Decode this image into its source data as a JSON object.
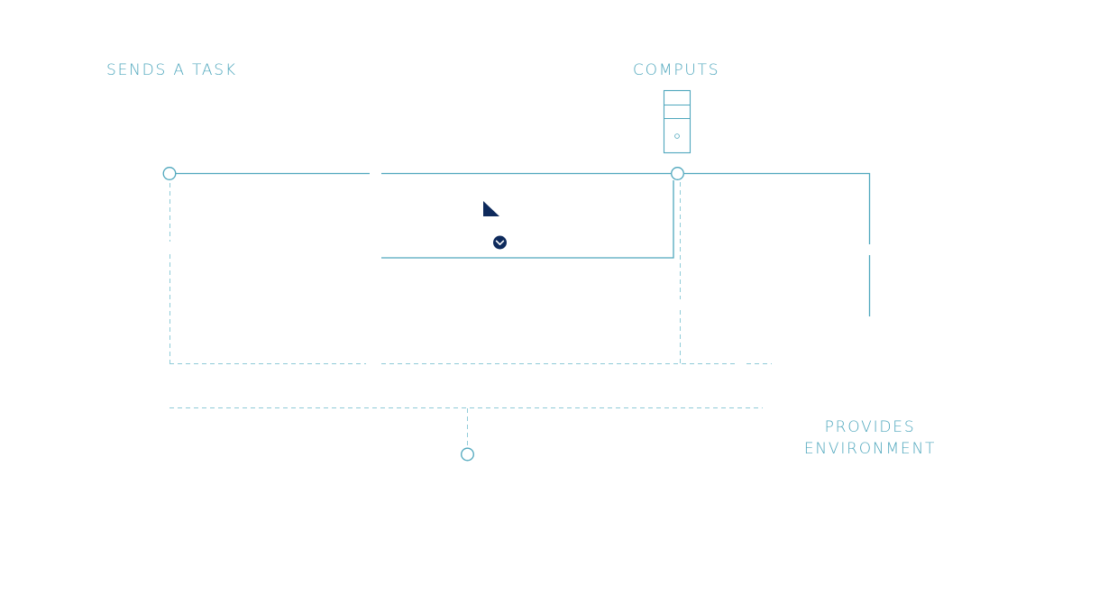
{
  "labels": {
    "sends_task": "SENDS A TASK",
    "computs": "COMPUTS",
    "provides_line1": "PROVIDES",
    "provides_line2": "ENVIRONMENT"
  },
  "colors": {
    "line": "#4fa7bd",
    "dashed": "#8fcbd8",
    "accent": "#0e2a5c",
    "background": "#ffffff"
  },
  "icons": [
    "server-icon",
    "cursor-arrow-icon",
    "chevron-down-circle-icon",
    "node-circle-icon"
  ]
}
